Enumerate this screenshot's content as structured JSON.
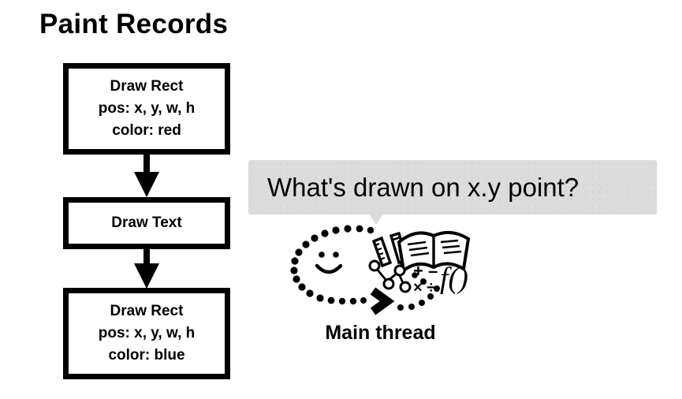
{
  "page": {
    "title": "Paint Records",
    "background_color": "#ffffff",
    "text_color": "#000000"
  },
  "paint_records": {
    "boxes": [
      {
        "name": "draw-rect-red",
        "lines": [
          "Draw Rect",
          "pos: x, y, w, h",
          "color: red"
        ]
      },
      {
        "name": "draw-text",
        "lines": [
          "Draw Text"
        ]
      },
      {
        "name": "draw-rect-blue",
        "lines": [
          "Draw Rect",
          "pos: x, y, w, h",
          "color: blue"
        ]
      }
    ],
    "arrows": [
      {
        "direction": "down"
      },
      {
        "direction": "down"
      }
    ]
  },
  "question_bubble": {
    "text": "What's drawn on x.y point?",
    "background_color": "#dcdcdc",
    "tail": "down"
  },
  "thinking": {
    "label": "Main thread",
    "icons": [
      "dotted-thought-oval",
      "smiley-face",
      "arrow-chevron",
      "ruler-icon",
      "pencil-icon",
      "open-book-icon",
      "binary-tree-icon",
      "math-operators-icon",
      "function-notation-icon"
    ],
    "math_operators": "+ - × ÷",
    "function_notation": "f()"
  }
}
